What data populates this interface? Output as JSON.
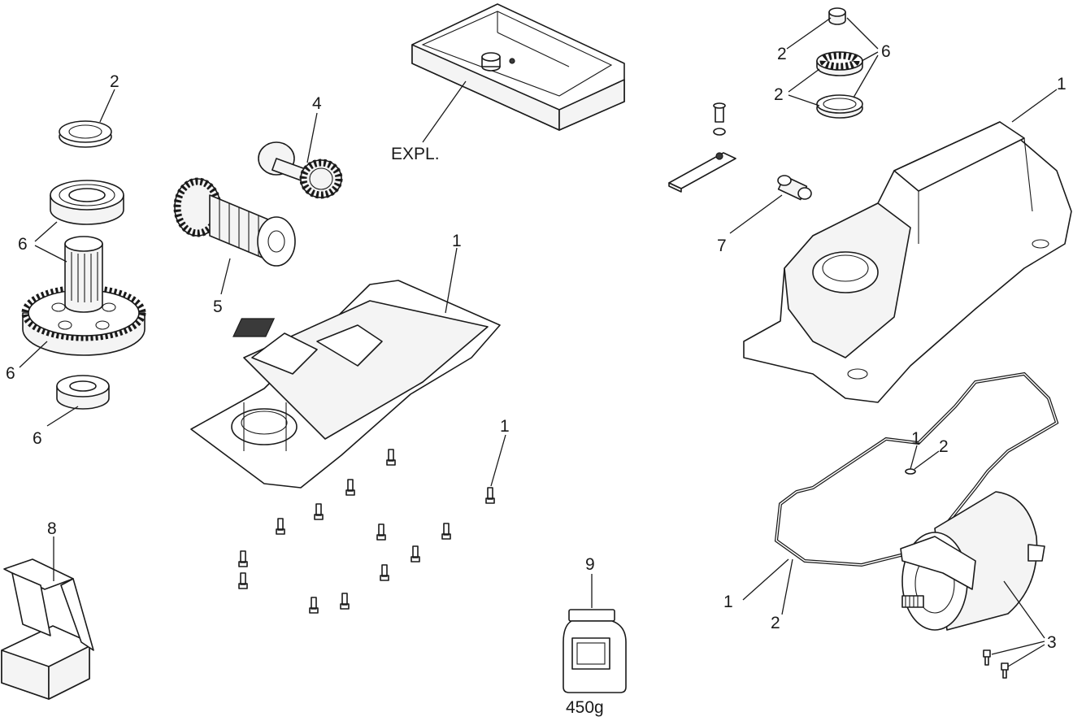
{
  "labels": {
    "expl": "EXPL.",
    "qty_top_left_washer": "2",
    "qty_worm_gear": "4",
    "qty_worm_shaft": "5",
    "qty_base_plate": "1",
    "qty_screw_single": "1",
    "qty_bearing_upper": "6",
    "qty_gear_6": "6",
    "qty_bearing_lower": "6",
    "qty_box": "8",
    "qty_grease": "9",
    "grease_weight": "450g",
    "qty_cap_2a": "2",
    "qty_cap_6": "6",
    "qty_ring_2b": "2",
    "qty_cover_1": "1",
    "qty_gland_7": "7",
    "qty_seal_1": "1",
    "qty_seal_2": "2",
    "qty_oring_1": "1",
    "qty_oring_2": "2",
    "qty_motor_screws": "3"
  }
}
